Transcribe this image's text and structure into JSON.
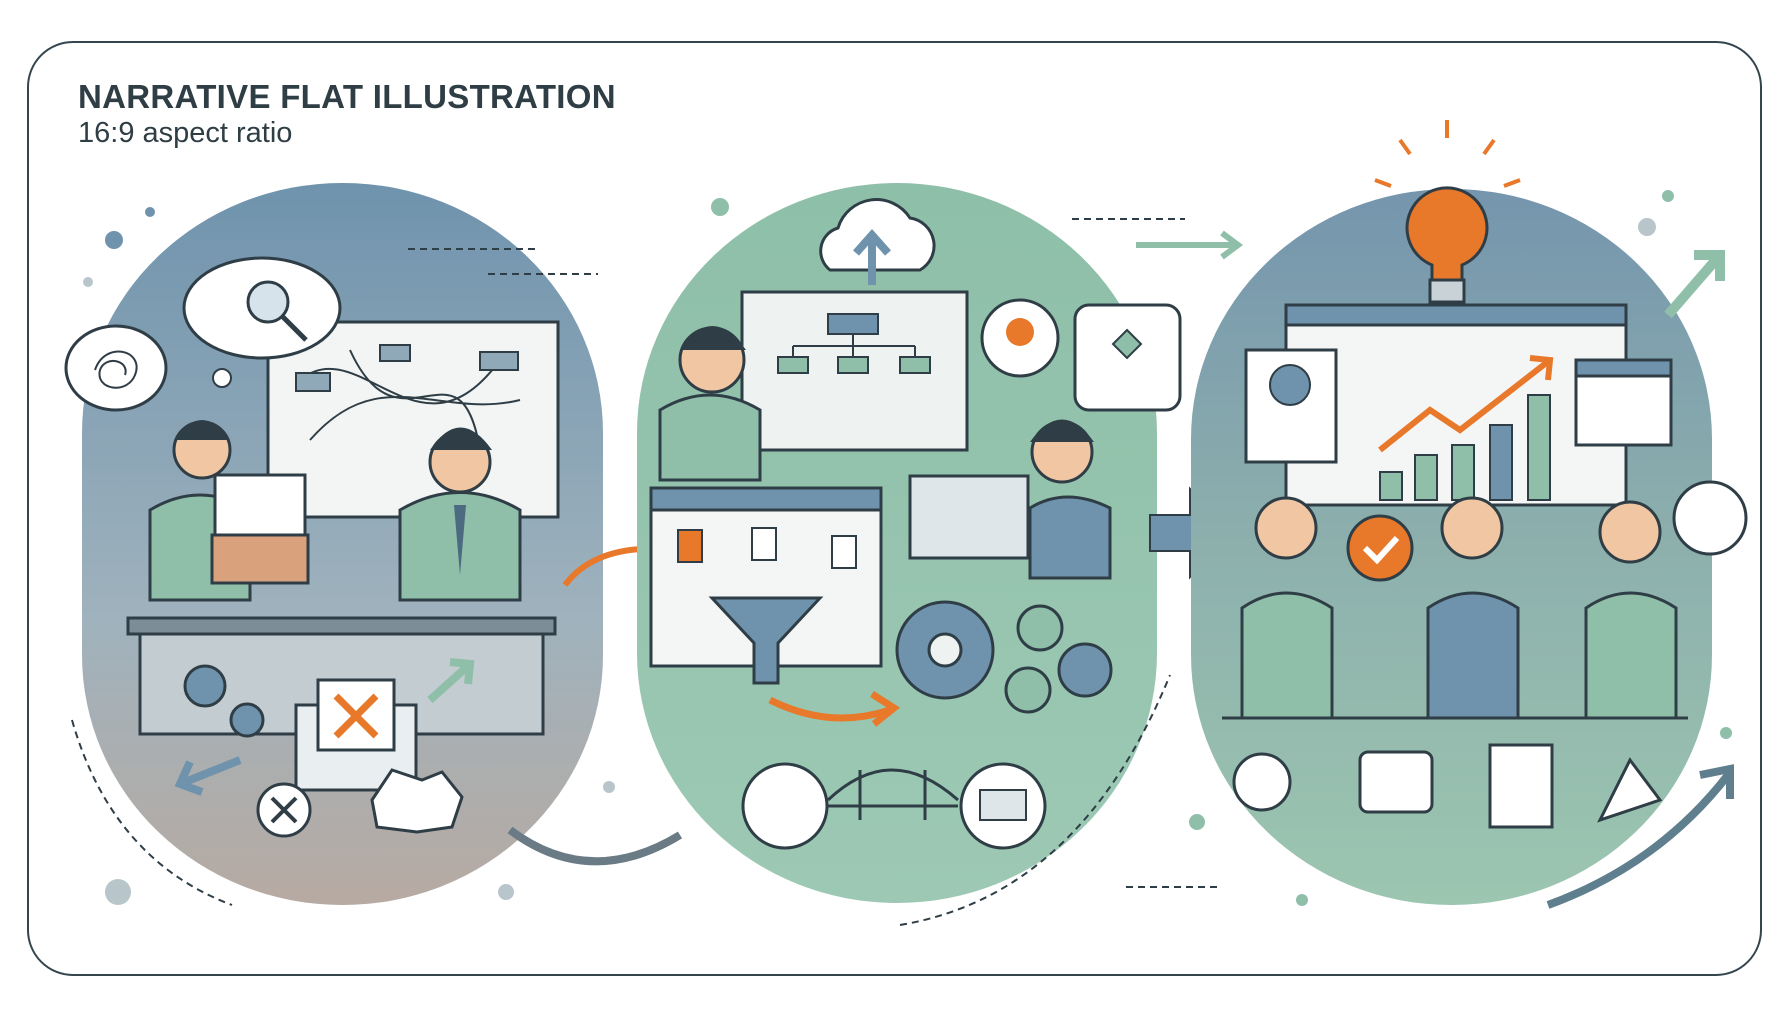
{
  "header": {
    "title": "NARRATIVE FLAT ILLUSTRATION",
    "subtitle": "16:9 aspect ratio"
  },
  "colors": {
    "outline": "#2f3e46",
    "blue": "#6f93ad",
    "green": "#8fbfa8",
    "orange": "#e8782a",
    "skin": "#f1c6a3"
  },
  "panels": [
    {
      "icon": "chaos-scene"
    },
    {
      "icon": "process-scene"
    },
    {
      "icon": "success-scene"
    }
  ]
}
